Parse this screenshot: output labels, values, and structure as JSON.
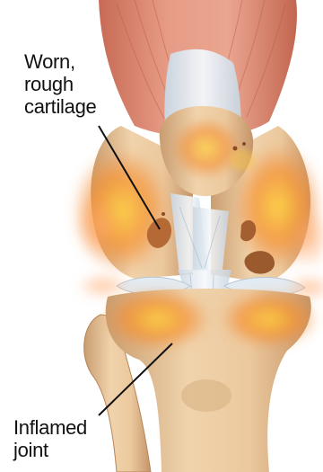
{
  "labels": {
    "cartilage": [
      "Worn,",
      "rough",
      "cartilage"
    ],
    "joint": [
      "Inflamed",
      "joint"
    ]
  },
  "colors": {
    "muscle": "#d88a74",
    "muscle_dark": "#b6604c",
    "bone": "#e6c49a",
    "bone_shadow": "#c89a6c",
    "inflammation": "#f08a3c",
    "ligament": "#dde6ee",
    "leader_line": "#111111"
  }
}
